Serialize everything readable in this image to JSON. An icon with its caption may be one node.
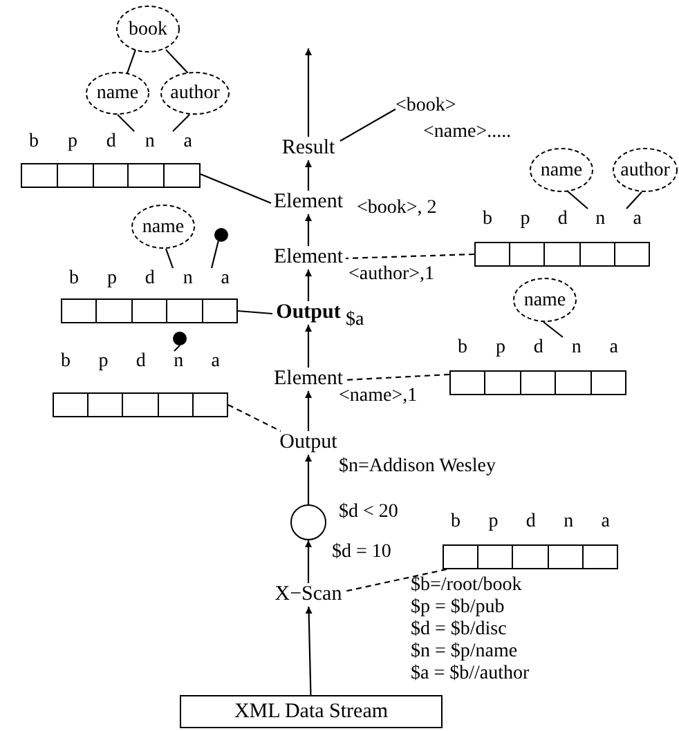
{
  "diagram": {
    "nodes": [
      {
        "text": [
          "Result"
        ]
      },
      {
        "text": [
          "<book>",
          "<name>....."
        ]
      },
      {
        "text": [
          "Element"
        ],
        "beside": [
          "<book>, 2"
        ]
      },
      {
        "text": [
          "Element"
        ],
        "beside": [
          "<author>,1"
        ]
      },
      {
        "text": [
          "Output"
        ],
        "beside": [
          "$a"
        ]
      },
      {
        "text": [
          "Element"
        ],
        "beside": [
          "<name>,1"
        ]
      },
      {
        "text": [
          "Output"
        ],
        "beside": [
          "$n=Addison Wesley"
        ]
      },
      {
        "text": [],
        "shape": "circle",
        "beside": [
          "$d < 20"
        ]
      },
      {
        "text": [
          "X−Scan"
        ]
      },
      {
        "text": [
          "XML Data Stream"
        ]
      },
      {
        "text": [
          "book"
        ]
      },
      {
        "text": [
          "name"
        ]
      },
      {
        "text": [
          "author"
        ]
      },
      {
        "text": [
          "b",
          "p",
          "d",
          "n",
          "a"
        ]
      },
      {
        "text": [
          "name"
        ]
      },
      {
        "text": [],
        "shape": "dot"
      },
      {
        "text": [
          "b",
          "p",
          "d",
          "n",
          "a"
        ]
      },
      {
        "text": [],
        "shape": "dot"
      },
      {
        "text": [
          "b",
          "p",
          "d",
          "n",
          "a"
        ]
      },
      {
        "text": [
          "name"
        ]
      },
      {
        "text": [
          "author"
        ]
      },
      {
        "text": [
          "b",
          "p",
          "d",
          "n",
          "a"
        ]
      },
      {
        "text": [
          "name"
        ]
      },
      {
        "text": [
          "b",
          "p",
          "d",
          "n",
          "a"
        ]
      },
      {
        "text": [
          "b",
          "p",
          "d",
          "n",
          "a"
        ]
      }
    ],
    "edges": [
      {
        "from": 9,
        "to": 8,
        "arrow": "to"
      },
      {
        "from": 8,
        "to": 7,
        "arrow": "to",
        "label": "$d = 10"
      },
      {
        "from": 7,
        "to": 6,
        "arrow": "to"
      },
      {
        "from": 6,
        "to": 5,
        "arrow": "to"
      },
      {
        "from": 5,
        "to": 4,
        "arrow": "to"
      },
      {
        "from": 4,
        "to": 3,
        "arrow": "to"
      },
      {
        "from": 3,
        "to": 2,
        "arrow": "to"
      },
      {
        "from": 2,
        "to": 0,
        "arrow": "to"
      },
      {
        "from": 0,
        "to": null,
        "arrow": "to"
      },
      {
        "from": 0,
        "to": 1,
        "arrow": "none"
      },
      {
        "from": 10,
        "to": 11,
        "arrow": "none"
      },
      {
        "from": 10,
        "to": 12,
        "arrow": "none"
      },
      {
        "from": 11,
        "to": 13,
        "arrow": "none"
      },
      {
        "from": 12,
        "to": 13,
        "arrow": "none"
      },
      {
        "from": 13,
        "to": 2,
        "arrow": "none"
      },
      {
        "from": 14,
        "to": 16,
        "arrow": "none"
      },
      {
        "from": 15,
        "to": 16,
        "arrow": "none"
      },
      {
        "from": 16,
        "to": 4,
        "arrow": "none"
      },
      {
        "from": 17,
        "to": 18,
        "arrow": "none"
      },
      {
        "from": 18,
        "to": 6,
        "arrow": "none",
        "style": "dashed"
      },
      {
        "from": 19,
        "to": 21,
        "arrow": "none"
      },
      {
        "from": 20,
        "to": 21,
        "arrow": "none"
      },
      {
        "from": 21,
        "to": 3,
        "arrow": "none",
        "style": "dashed"
      },
      {
        "from": 22,
        "to": 23,
        "arrow": "none"
      },
      {
        "from": 23,
        "to": 5,
        "arrow": "none",
        "style": "dashed"
      },
      {
        "from": 24,
        "to": 8,
        "arrow": "none",
        "style": "dashed"
      }
    ],
    "labels": [
      "$b=/root/book",
      "$p = $b/pub",
      "$d = $b/disc",
      "$n = $p/name",
      "$a = $b//author"
    ]
  }
}
